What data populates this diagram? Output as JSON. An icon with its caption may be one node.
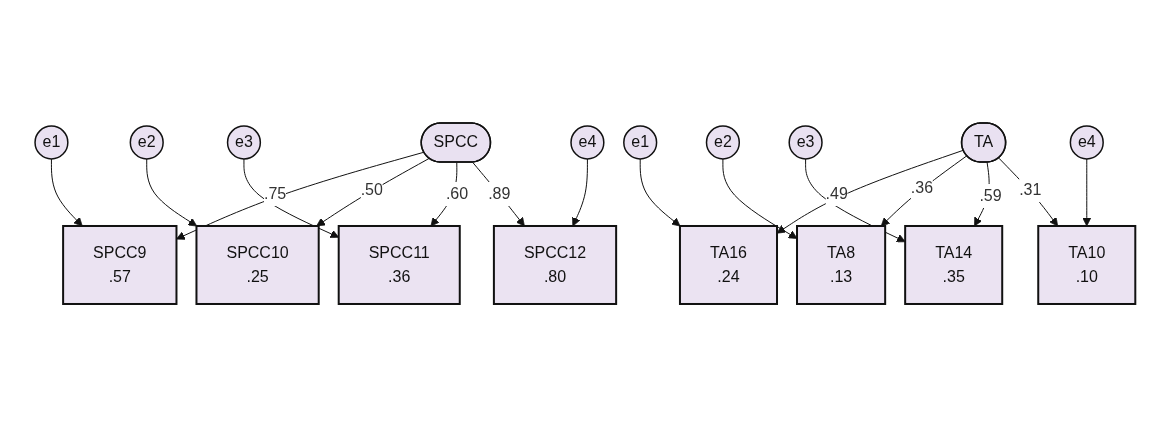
{
  "diagram": {
    "nodes": [
      {
        "text": [
          "e1"
        ]
      },
      {
        "text": [
          "e2"
        ]
      },
      {
        "text": [
          "e3"
        ]
      },
      {
        "text": [
          "e4"
        ]
      },
      {
        "text": [
          "SPCC9",
          ".57"
        ]
      },
      {
        "text": [
          "SPCC10",
          ".25"
        ]
      },
      {
        "text": [
          "SPCC11",
          ".36"
        ]
      },
      {
        "text": [
          "SPCC12",
          ".80"
        ]
      },
      {
        "text": [
          "SPCC"
        ]
      },
      {
        "text": [
          "e1"
        ]
      },
      {
        "text": [
          "e2"
        ]
      },
      {
        "text": [
          "e3"
        ]
      },
      {
        "text": [
          "e4"
        ]
      },
      {
        "text": [
          "TA16",
          ".24"
        ]
      },
      {
        "text": [
          "TA8",
          ".13"
        ]
      },
      {
        "text": [
          "TA14",
          ".35"
        ]
      },
      {
        "text": [
          "TA10",
          ".10"
        ]
      },
      {
        "text": [
          "TA"
        ]
      }
    ],
    "edges": [
      {
        "from": 0,
        "to": 4,
        "arrow": "to"
      },
      {
        "from": 1,
        "to": 5,
        "arrow": "to"
      },
      {
        "from": 2,
        "to": 6,
        "arrow": "to"
      },
      {
        "from": 3,
        "to": 7,
        "arrow": "to"
      },
      {
        "from": 8,
        "to": 4,
        "arrow": "to",
        "label": ".75"
      },
      {
        "from": 8,
        "to": 5,
        "arrow": "to",
        "label": ".50"
      },
      {
        "from": 8,
        "to": 6,
        "arrow": "to",
        "label": ".60"
      },
      {
        "from": 8,
        "to": 7,
        "arrow": "to",
        "label": ".89"
      },
      {
        "from": 9,
        "to": 13,
        "arrow": "to"
      },
      {
        "from": 10,
        "to": 14,
        "arrow": "to"
      },
      {
        "from": 11,
        "to": 15,
        "arrow": "to"
      },
      {
        "from": 12,
        "to": 16,
        "arrow": "to"
      },
      {
        "from": 17,
        "to": 13,
        "arrow": "to",
        "label": ".49"
      },
      {
        "from": 17,
        "to": 14,
        "arrow": "to",
        "label": ".36"
      },
      {
        "from": 17,
        "to": 15,
        "arrow": "to",
        "label": ".59"
      },
      {
        "from": 17,
        "to": 16,
        "arrow": "to",
        "label": ".31"
      }
    ]
  }
}
